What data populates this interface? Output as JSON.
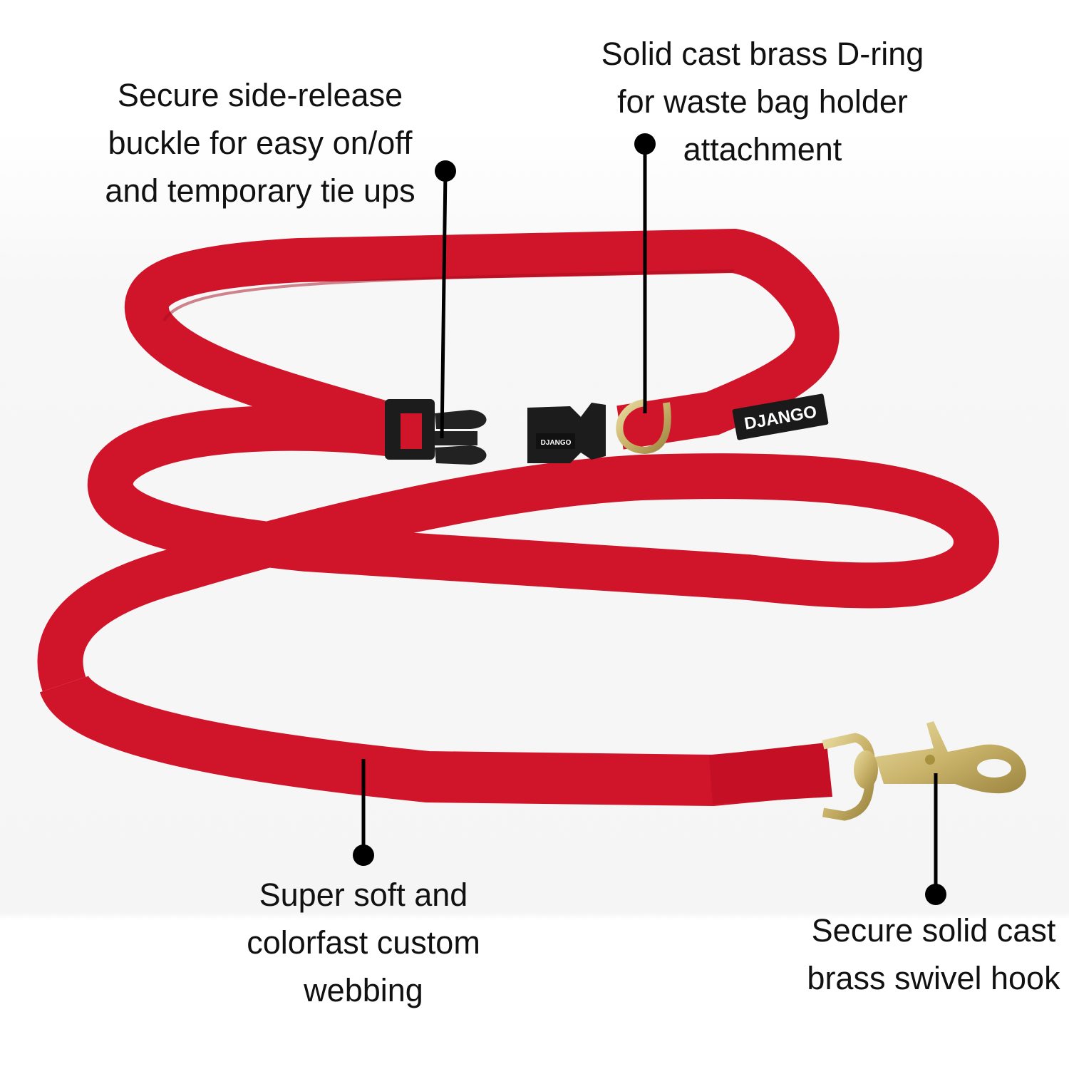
{
  "product": {
    "brand": "DJANGO",
    "buckle_brand": "DJANGO",
    "colors": {
      "webbing": "#d0142a",
      "webbing_dark": "#a50d1f",
      "brass": "#c9b36a",
      "buckle": "#1c1c1c",
      "callout": "#000000"
    }
  },
  "callouts": {
    "buckle": {
      "lines": [
        "Secure side-release",
        "buckle for easy on/off",
        "and temporary tie ups"
      ]
    },
    "dring": {
      "lines": [
        "Solid cast brass D-ring",
        "for waste bag holder",
        "attachment"
      ]
    },
    "webbing": {
      "lines": [
        "Super soft and",
        "colorfast custom",
        "webbing"
      ]
    },
    "hook": {
      "lines": [
        "Secure solid cast",
        "brass swivel hook"
      ]
    }
  }
}
